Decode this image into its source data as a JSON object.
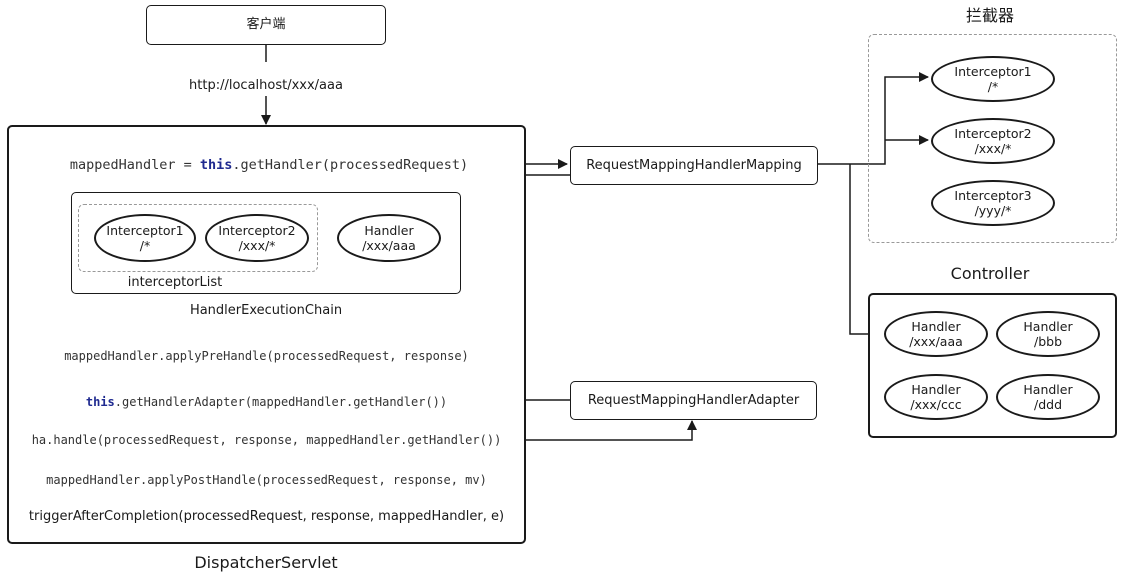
{
  "client": {
    "label": "客户端",
    "url": "http://localhost/xxx/aaa"
  },
  "dispatcher": {
    "title": "DispatcherServlet",
    "get_handler": {
      "prefix": "mappedHandler = ",
      "keyword": "this",
      "rest": ".getHandler(processedRequest)"
    },
    "chain_title": "HandlerExecutionChain",
    "interceptor_list_label": "interceptorList",
    "chain_interceptors": [
      {
        "name": "Interceptor1",
        "path": "/*"
      },
      {
        "name": "Interceptor2",
        "path": "/xxx/*"
      }
    ],
    "chain_handler": {
      "name": "Handler",
      "path": "/xxx/aaa"
    },
    "apply_pre": "mappedHandler.applyPreHandle(processedRequest, response)",
    "get_adapter": {
      "keyword": "this",
      "rest": ".getHandlerAdapter(mappedHandler.getHandler())"
    },
    "ha_handle": "ha.handle(processedRequest, response, mappedHandler.getHandler())",
    "apply_post": "mappedHandler.applyPostHandle(processedRequest, response, mv)",
    "trigger": "triggerAfterCompletion(processedRequest, response, mappedHandler, e)"
  },
  "mapping": {
    "label": "RequestMappingHandlerMapping"
  },
  "adapter": {
    "label": "RequestMappingHandlerAdapter"
  },
  "interceptors_group": {
    "title": "拦截器",
    "items": [
      {
        "name": "Interceptor1",
        "path": "/*"
      },
      {
        "name": "Interceptor2",
        "path": "/xxx/*"
      },
      {
        "name": "Interceptor3",
        "path": "/yyy/*"
      }
    ]
  },
  "controller": {
    "title": "Controller",
    "handlers": [
      {
        "name": "Handler",
        "path": "/xxx/aaa"
      },
      {
        "name": "Handler",
        "path": "/bbb"
      },
      {
        "name": "Handler",
        "path": "/xxx/ccc"
      },
      {
        "name": "Handler",
        "path": "/ddd"
      }
    ]
  }
}
